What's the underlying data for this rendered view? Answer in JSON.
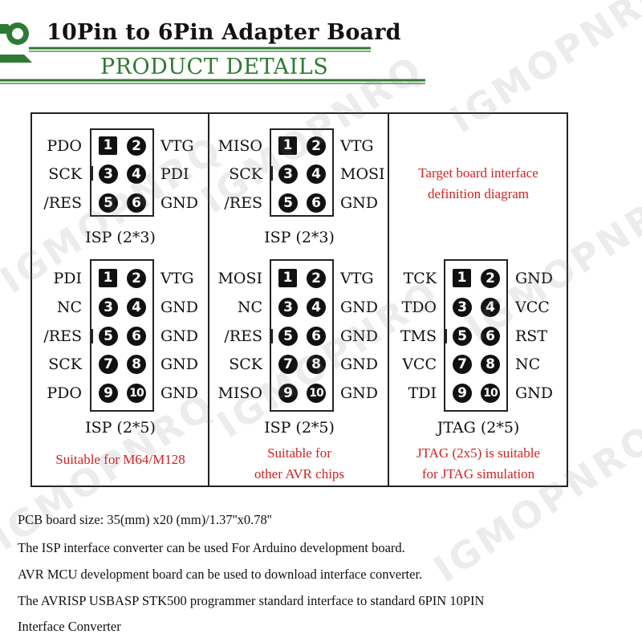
{
  "header": {
    "title": "10Pin to 6Pin Adapter Board",
    "subtitle": "PRODUCT DETAILS",
    "accent_color": "#2f7a33"
  },
  "watermark": "IGMOPNRQ",
  "columns": [
    {
      "top_block": {
        "left_labels": [
          "PDO",
          "SCK",
          "/RES"
        ],
        "right_labels": [
          "VTG",
          "PDI",
          "GND"
        ],
        "pins": [
          "1",
          "2",
          "3",
          "4",
          "5",
          "6"
        ],
        "caption": "ISP (2*3)"
      },
      "bottom_block": {
        "left_labels": [
          "PDI",
          "NC",
          "/RES",
          "SCK",
          "PDO"
        ],
        "right_labels": [
          "VTG",
          "GND",
          "GND",
          "GND",
          "GND"
        ],
        "pins": [
          "1",
          "2",
          "3",
          "4",
          "5",
          "6",
          "7",
          "8",
          "9",
          "10"
        ],
        "caption": "ISP (2*5)"
      },
      "note_lines": [
        "Suitable for M64/M128"
      ]
    },
    {
      "top_block": {
        "left_labels": [
          "MISO",
          "SCK",
          "/RES"
        ],
        "right_labels": [
          "VTG",
          "MOSI",
          "GND"
        ],
        "pins": [
          "1",
          "2",
          "3",
          "4",
          "5",
          "6"
        ],
        "caption": "ISP (2*3)"
      },
      "bottom_block": {
        "left_labels": [
          "MOSI",
          "NC",
          "/RES",
          "SCK",
          "MISO"
        ],
        "right_labels": [
          "VTG",
          "GND",
          "GND",
          "GND",
          "GND"
        ],
        "pins": [
          "1",
          "2",
          "3",
          "4",
          "5",
          "6",
          "7",
          "8",
          "9",
          "10"
        ],
        "caption": "ISP (2*5)"
      },
      "note_lines": [
        "Suitable for",
        "other AVR chips"
      ]
    },
    {
      "top_note_lines": [
        "Target board interface",
        "definition diagram"
      ],
      "bottom_block": {
        "left_labels": [
          "TCK",
          "TDO",
          "TMS",
          "VCC",
          "TDI"
        ],
        "right_labels": [
          "GND",
          "VCC",
          "RST",
          "NC",
          "GND"
        ],
        "pins": [
          "1",
          "2",
          "3",
          "4",
          "5",
          "6",
          "7",
          "8",
          "9",
          "10"
        ],
        "caption": "JTAG (2*5)"
      },
      "note_lines": [
        "JTAG (2x5) is suitable",
        "for JTAG simulation"
      ]
    }
  ],
  "description": [
    "PCB board size: 35(mm) x20 (mm)/1.37''x0.78''",
    "The ISP interface converter can be used For Arduino development board.",
    "AVR MCU development board can be used to download interface converter.",
    "The AVRISP USBASP STK500 programmer standard interface to standard 6PIN 10PIN",
    "Interface Converter"
  ],
  "colors": {
    "note_red": "#d42020",
    "pin_fill": "#111111"
  }
}
